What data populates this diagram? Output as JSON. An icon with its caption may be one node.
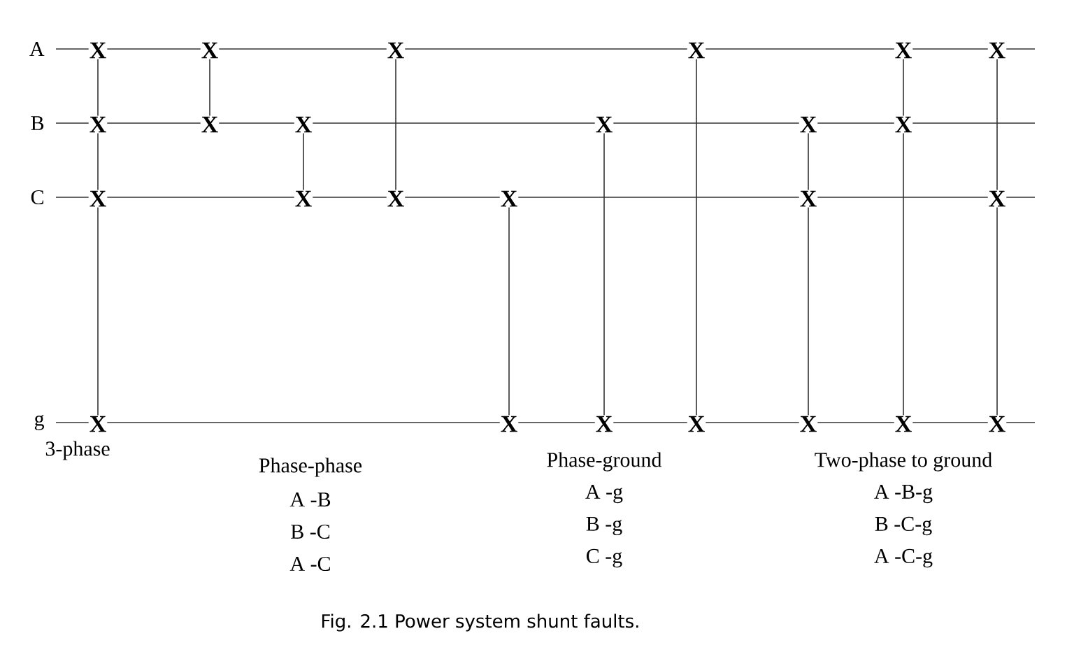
{
  "diagram": {
    "caption": "Fig. 2.1 Power system shunt faults.",
    "nodes": [
      {
        "text": [
          "X"
        ]
      },
      {
        "text": [
          "X"
        ]
      },
      {
        "text": [
          "X"
        ]
      },
      {
        "text": [
          "X"
        ]
      },
      {
        "text": [
          "X"
        ]
      },
      {
        "text": [
          "X"
        ]
      },
      {
        "text": [
          "X"
        ]
      },
      {
        "text": [
          "X"
        ]
      },
      {
        "text": [
          "X"
        ]
      },
      {
        "text": [
          "X"
        ]
      },
      {
        "text": [
          "X"
        ]
      },
      {
        "text": [
          "X"
        ]
      },
      {
        "text": [
          "X"
        ]
      },
      {
        "text": [
          "X"
        ]
      },
      {
        "text": [
          "X"
        ]
      },
      {
        "text": [
          "X"
        ]
      },
      {
        "text": [
          "X"
        ]
      },
      {
        "text": [
          "X"
        ]
      },
      {
        "text": [
          "X"
        ]
      },
      {
        "text": [
          "X"
        ]
      },
      {
        "text": [
          "X"
        ]
      },
      {
        "text": [
          "X"
        ]
      },
      {
        "text": [
          "X"
        ]
      },
      {
        "text": [
          "X"
        ]
      },
      {
        "text": [
          "X"
        ]
      }
    ],
    "edges": [
      {
        "from": 0,
        "to": 1,
        "arrow": "none"
      },
      {
        "from": 1,
        "to": 2,
        "arrow": "none"
      },
      {
        "from": 2,
        "to": 3,
        "arrow": "none"
      },
      {
        "from": 4,
        "to": 5,
        "arrow": "none"
      },
      {
        "from": 6,
        "to": 7,
        "arrow": "none"
      },
      {
        "from": 8,
        "to": 9,
        "arrow": "none"
      },
      {
        "from": 10,
        "to": 11,
        "arrow": "none"
      },
      {
        "from": 12,
        "to": 13,
        "arrow": "none"
      },
      {
        "from": 14,
        "to": 15,
        "arrow": "none"
      },
      {
        "from": 16,
        "to": 17,
        "arrow": "none"
      },
      {
        "from": 17,
        "to": 18,
        "arrow": "none"
      },
      {
        "from": 19,
        "to": 20,
        "arrow": "none"
      },
      {
        "from": 20,
        "to": 21,
        "arrow": "none"
      },
      {
        "from": 22,
        "to": 23,
        "arrow": "none"
      },
      {
        "from": 23,
        "to": 24,
        "arrow": "none"
      }
    ],
    "labels": [
      "A",
      "B",
      "C",
      "g",
      "3-phase",
      "Phase-phase",
      "A -B",
      "B -C",
      "A -C",
      "Phase-ground",
      "A -g",
      "B -g",
      "C -g",
      "Two-phase to ground",
      "A -B-g",
      "B -C-g",
      "A -C-g"
    ]
  }
}
